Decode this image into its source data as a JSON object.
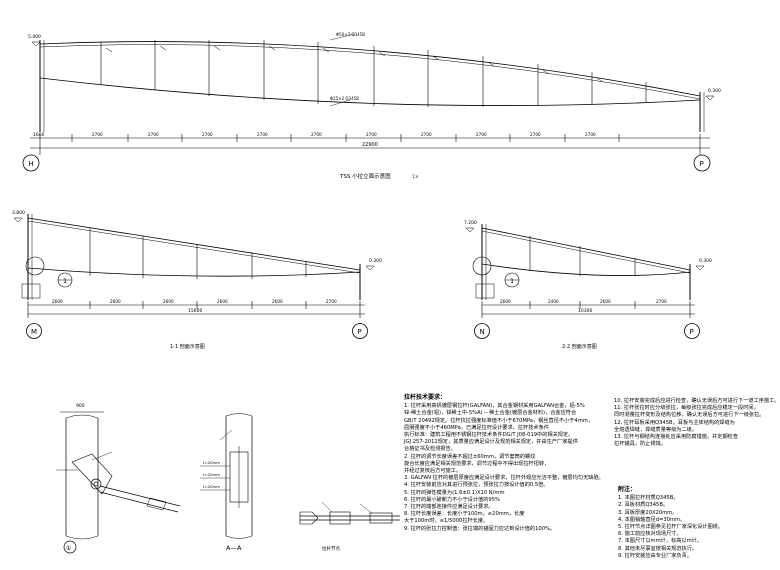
{
  "elevation1": {
    "title": "TSS 小拉立面示意图",
    "scale": "1:n",
    "axis_left": "H",
    "axis_right": "P",
    "spans": [
      "2700",
      "2700",
      "2700",
      "2700",
      "2700",
      "2700",
      "2700",
      "2700",
      "2700",
      "2700"
    ],
    "total": "22900",
    "start_dim": "1600",
    "level_left": "5.400",
    "level_right": "0.300",
    "tag_top": "Φ50×3 Q345B",
    "tag_bottom": "Φ25×2 Q345B"
  },
  "elevation2": {
    "title": "1-1 剖面示意图",
    "axis_left": "M",
    "axis_right": "P",
    "spans": [
      "2600",
      "2600",
      "2600",
      "2600",
      "2600",
      "2700"
    ],
    "total": "15600",
    "level_left": "3.800",
    "level_right": "0.300",
    "circle_mark": "1"
  },
  "elevation3": {
    "title": "2-2 剖面示意图",
    "axis_left": "N",
    "axis_right": "P",
    "spans": [
      "2600",
      "2400",
      "2600",
      "2700"
    ],
    "total": "10300",
    "level_left": "7.200",
    "level_right": "0.300",
    "circle_mark": "1"
  },
  "detail": {
    "label_1": "①",
    "label_aa": "A—A",
    "label_rod": "拉杆节点",
    "dim_top": "900",
    "dims_aa": [
      "t=20mm",
      "t=20mm",
      "t=20mm"
    ]
  },
  "notes_left": {
    "heading": "拉杆技术要求：",
    "items": [
      "1. 拉杆采用高钒镀层钢拉杆(GALFAN)，其合金钢材采用GALFAN合金，铝-5%",
      "   锌-稀土合金(铝)，锌稀土中-5%Al -- 稀土合金(镀层合金材料)，合金应符合",
      "   GB/T 20492规定。拉杆抗拉强度标准值不小于670MPa，钢丝直径不小于4mm，",
      "   屈服强度不小于460MPa，已满足拉杆设计要求，拉杆技术条件",
      "   执行标准：建筑工程用不锈钢拉杆技术条件DG/T J08-019中的相关规定。",
      "   JGJ 257-2012规定，其质量应满足设计及规范相关规定，并由生产厂家提供",
      "   合格证书及检测报告。",
      "2. 拉杆的调节长度误差不超过±60mm，调节套筒的螺纹",
      "   旋合长度应满足相关规范要求，调节过程中不得出现拉杆扭转，",
      "   并经过复核后方可施工。",
      "3. GALFAN 拉杆的镀层厚度应满足设计要求，拉杆外观应光洁平整，镀层均匀无缺陷。",
      "4. 拉杆安装前应对其进行预张拉，预张拉力按设计值的0.5倍。",
      "5. 拉杆的弹性模量为(1.6±0.1)X10 N/mm",
      "6. 拉杆的最小破断力不小于设计值的95%",
      "7. 拉杆的端部连接件应满足设计要求。",
      "8. 拉杆长度误差：长度小于100m，≤20mm，长度",
      "   大于100m时，≤1/5000拉杆长度。",
      "9. 拉杆的张拉力控制值：张拉端的锚固力应达到设计值的100%。"
    ]
  },
  "notes_mid": {
    "items": [
      "10. 拉杆安装完成后应进行检查，确认无误后方可进行下一道工序施工。",
      "11. 拉杆张拉时应分级张拉，每级张拉完成后应稳定一段时间，",
      "    同时测量拉杆变形及结构位移，确认无误后方可进行下一级张拉。",
      "12. 拉杆耳板采用Q345B，耳板与主体结构的焊缝为",
      "    全熔透焊缝，焊缝质量等级为二级。",
      "13. 拉杆与钢结构连接处应采用防腐措施，并定期检查",
      "    拉杆锚具，防止锈蚀。"
    ]
  },
  "notes_right": {
    "heading": "附注：",
    "items": [
      "1. 本图拉杆材质Q345B。",
      "2. 耳板材质Q345B。",
      "3. 耳板厚度20X20mm。",
      "4. 本图销轴直径d=30mm。",
      "5. 拉杆节点详图参见拉杆厂家深化设计图纸。",
      "6. 施工前应核对现场尺寸。",
      "7. 本图尺寸以mm计，标高以m计。",
      "8. 其他未尽事宜按相关规范执行。",
      "9. 拉杆安装应由专业厂家负责。"
    ]
  }
}
